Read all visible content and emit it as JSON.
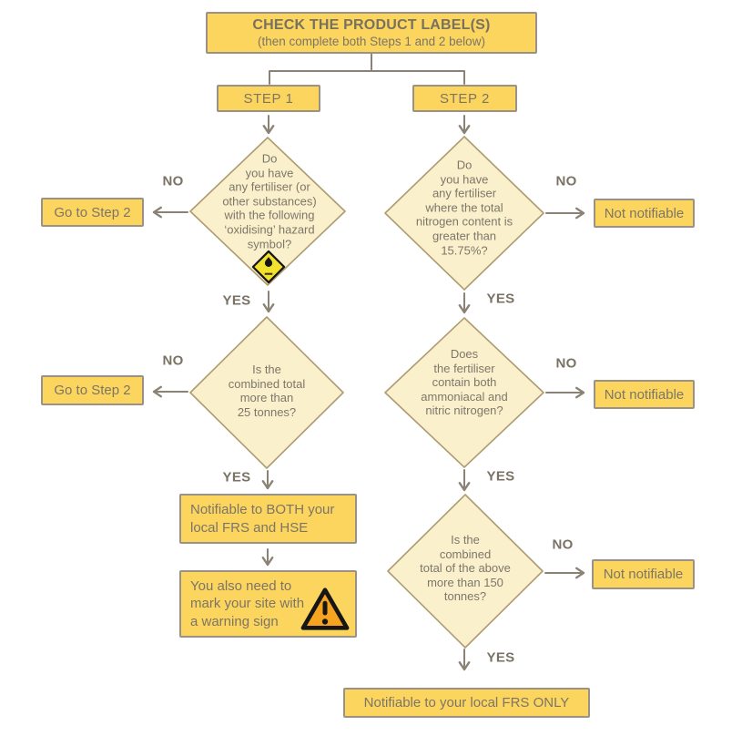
{
  "header": {
    "title": "CHECK THE PRODUCT LABEL(S)",
    "subtitle": "(then complete both Steps 1 and 2 below)"
  },
  "labels": {
    "yes": "YES",
    "no": "NO"
  },
  "step1": {
    "title": "STEP 1",
    "q1": "Do\nyou have\nany fertiliser (or\nother substances)\nwith the following\n‘oxidising’ hazard\nsymbol?",
    "q2": "Is the\ncombined total\nmore than\n25 tonnes?",
    "no_action": "Go to Step 2",
    "result": "Notifiable to BOTH your\nlocal FRS and HSE",
    "extra": "You also need to\nmark your site with\na warning sign"
  },
  "step2": {
    "title": "STEP 2",
    "q1": "Do\nyou have\nany fertiliser\nwhere the total\nnitrogen content is\ngreater than\n15.75%?",
    "q2": "Does\nthe fertiliser\ncontain both\nammoniacal and\nnitric nitrogen?",
    "q3": "Is the\ncombined\ntotal of the above\nmore than 150\ntonnes?",
    "no_action": "Not notifiable",
    "result": "Notifiable to your local FRS ONLY"
  },
  "icons": {
    "oxidising_hazard": "oxidising-hazard-symbol",
    "warning_triangle": "warning-triangle"
  },
  "colors": {
    "box_fill": "#fbd55e",
    "box_border": "#9a9285",
    "diamond_fill": "#faf0cb",
    "diamond_border": "#ad9c72",
    "text": "#7d776a",
    "bold_label": "#7a7264",
    "connector": "#8a8274",
    "hazard_yellow": "#f2e22e",
    "warning_orange": "#f6a420",
    "icon_black": "#161616"
  }
}
